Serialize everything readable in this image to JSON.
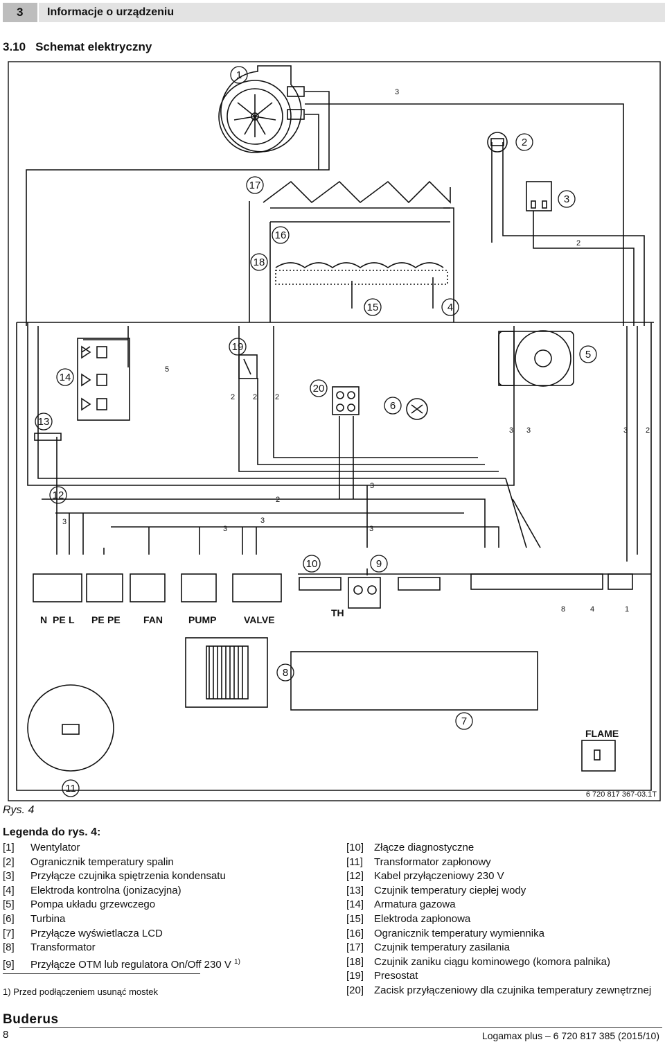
{
  "header": {
    "section_num": "3",
    "section_title": "Informacje o urządzeniu"
  },
  "section": {
    "number": "3.10",
    "title": "Schemat elektryczny"
  },
  "diagram": {
    "callouts": [
      "1",
      "2",
      "3",
      "4",
      "5",
      "6",
      "7",
      "8",
      "9",
      "10",
      "11",
      "12",
      "13",
      "14",
      "15",
      "16",
      "17",
      "18",
      "19",
      "20"
    ],
    "connector_labels": {
      "n": "N",
      "pe": "PE",
      "l": "L",
      "fan": "FAN",
      "pump": "PUMP",
      "valve": "VALVE",
      "th": "TH",
      "flame": "FLAME"
    },
    "wire_counts": {
      "three": "3",
      "two": "2",
      "five": "5"
    },
    "terminal_numbers": [
      "8",
      "4",
      "1"
    ]
  },
  "figure": {
    "label": "Rys. 4",
    "ref": "6 720 817 367-03.1T"
  },
  "legend": {
    "title": "Legenda do rys. 4:",
    "left": [
      {
        "num": "[1]",
        "text": "Wentylator"
      },
      {
        "num": "[2]",
        "text": "Ogranicznik temperatury spalin"
      },
      {
        "num": "[3]",
        "text": "Przyłącze czujnika spiętrzenia kondensatu"
      },
      {
        "num": "[4]",
        "text": "Elektroda kontrolna (jonizacyjna)"
      },
      {
        "num": "[5]",
        "text": "Pompa układu grzewczego"
      },
      {
        "num": "[6]",
        "text": "Turbina"
      },
      {
        "num": "[7]",
        "text": "Przyłącze wyświetlacza LCD"
      },
      {
        "num": "[8]",
        "text": "Transformator"
      },
      {
        "num": "[9]",
        "text": "Przyłącze OTM lub regulatora On/Off 230 V",
        "sup": "1)"
      }
    ],
    "right": [
      {
        "num": "[10]",
        "text": "Złącze diagnostyczne"
      },
      {
        "num": "[11]",
        "text": "Transformator zapłonowy"
      },
      {
        "num": "[12]",
        "text": "Kabel przyłączeniowy 230 V"
      },
      {
        "num": "[13]",
        "text": "Czujnik temperatury ciepłej wody"
      },
      {
        "num": "[14]",
        "text": "Armatura gazowa"
      },
      {
        "num": "[15]",
        "text": "Elektroda zapłonowa"
      },
      {
        "num": "[16]",
        "text": "Ogranicznik temperatury wymiennika"
      },
      {
        "num": "[17]",
        "text": "Czujnik temperatury zasilania"
      },
      {
        "num": "[18]",
        "text": "Czujnik zaniku ciągu kominowego (komora palnika)"
      },
      {
        "num": "[19]",
        "text": "Presostat"
      },
      {
        "num": "[20]",
        "text": "Zacisk przyłączeniowy dla czujnika temperatury zewnętrznej"
      }
    ]
  },
  "footnote": "1)  Przed podłączeniem usunąć mostek",
  "footer": {
    "brand": "Buderus",
    "page": "8",
    "doc": "Logamax plus – 6 720 817 385 (2015/10)"
  }
}
